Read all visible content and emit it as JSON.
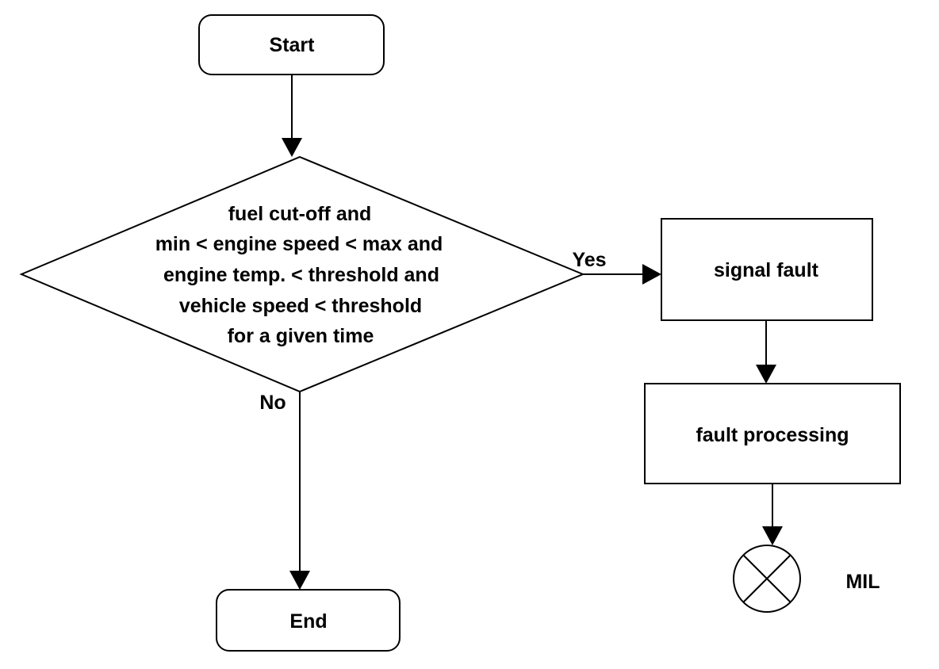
{
  "nodes": {
    "start": {
      "label": "Start"
    },
    "decision": {
      "lines": [
        "fuel cut-off and",
        "min < engine speed < max and",
        "engine temp. < threshold and",
        "vehicle speed < threshold",
        "for a given time"
      ]
    },
    "signal_fault": {
      "label": "signal fault"
    },
    "fault_processing": {
      "label": "fault processing"
    },
    "end": {
      "label": "End"
    },
    "mil": {
      "label": "MIL",
      "icon": "indicator-lamp-icon"
    }
  },
  "edges": {
    "yes_label": "Yes",
    "no_label": "No"
  }
}
